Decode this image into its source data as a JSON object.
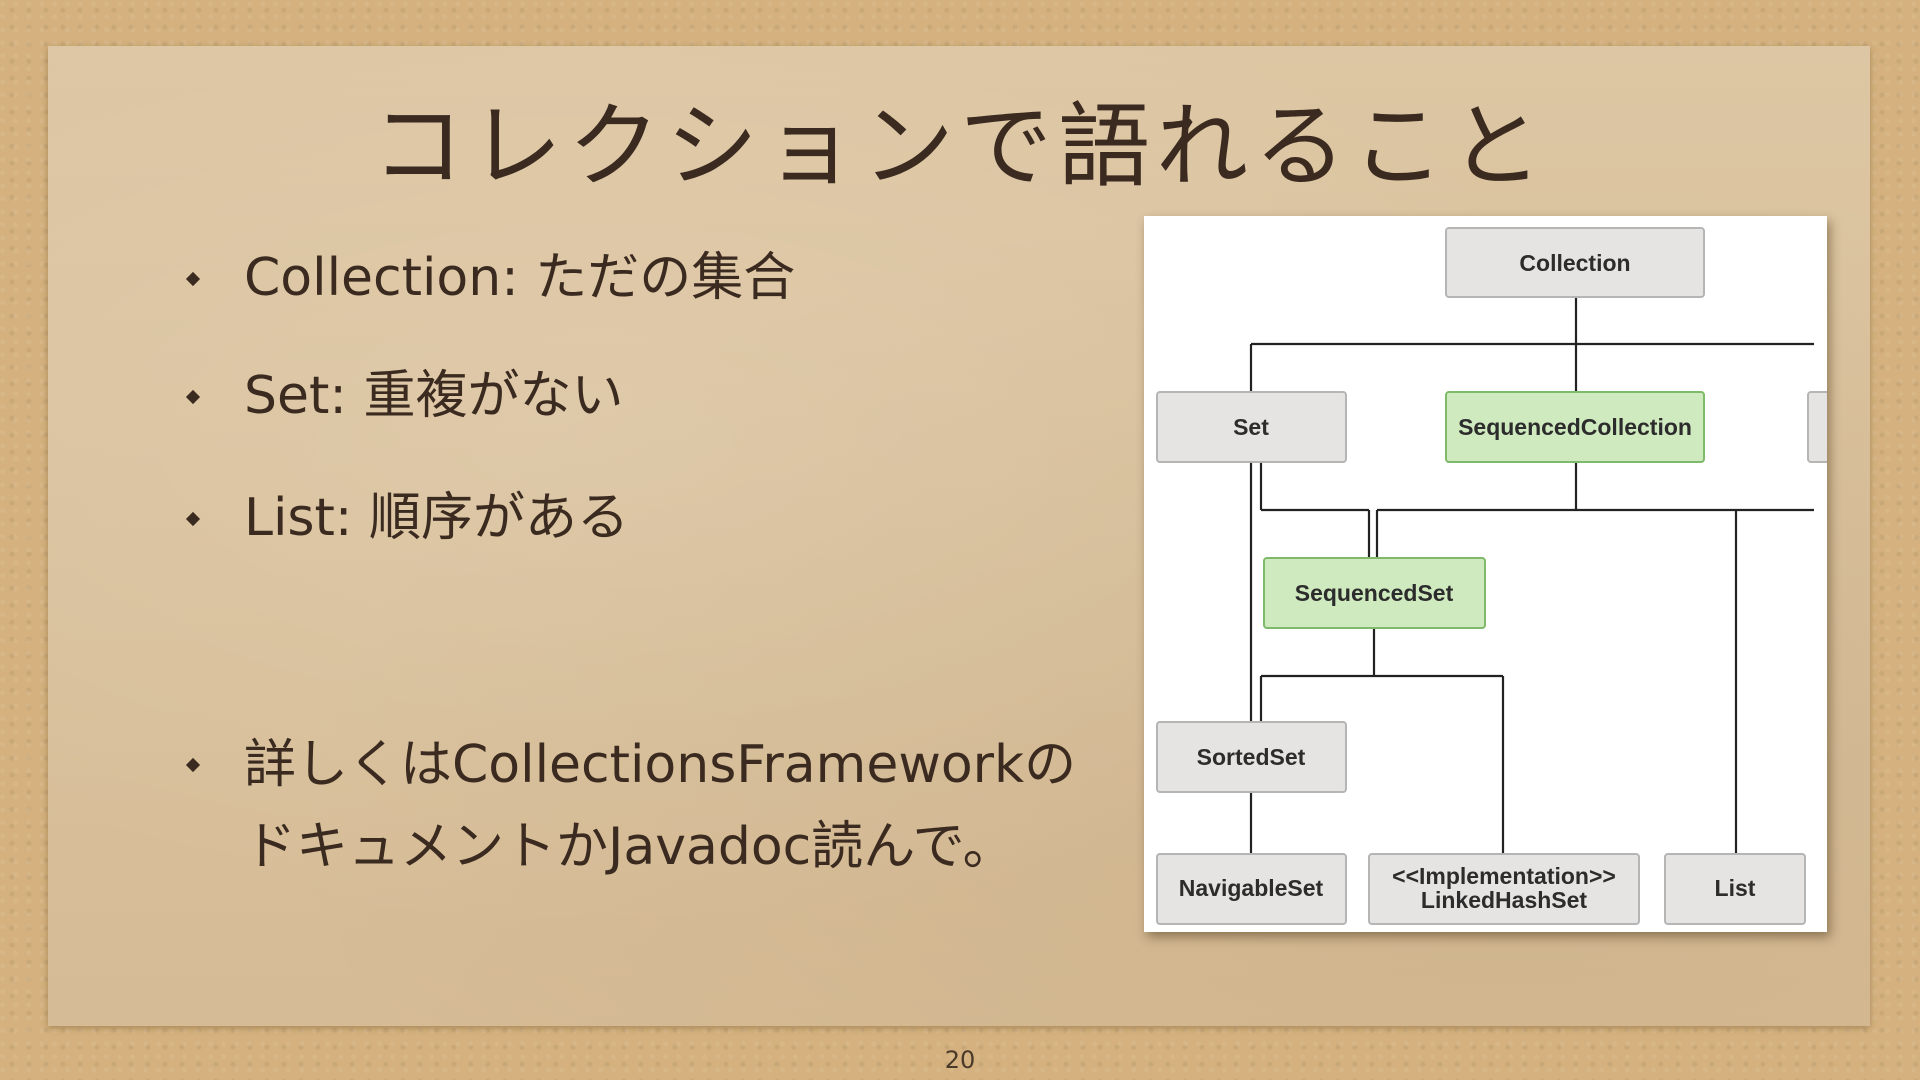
{
  "slide": {
    "title": "コレクションで語れること",
    "bullets": [
      "Collection: ただの集合",
      "Set: 重複がない",
      "List: 順序がある"
    ],
    "note_line1": "詳しくはCollectionsFrameworkの",
    "note_line2": "ドキュメントかJavadoc読んで。",
    "page_number": "20"
  },
  "diagram": {
    "nodes": {
      "collection": "Collection",
      "set": "Set",
      "sequenced_collection": "SequencedCollection",
      "sequenced_set": "SequencedSet",
      "sorted_set": "SortedSet",
      "navigable_set": "NavigableSet",
      "linked_hash_set_line1": "<<Implementation>>",
      "linked_hash_set_line2": "LinkedHashSet",
      "list": "List"
    },
    "colors": {
      "interface_fill": "#e6e4e2",
      "sequenced_fill": "#cfeabf",
      "border": "#b5b5b5",
      "sequenced_border": "#7fba6a",
      "line": "#222222"
    }
  }
}
